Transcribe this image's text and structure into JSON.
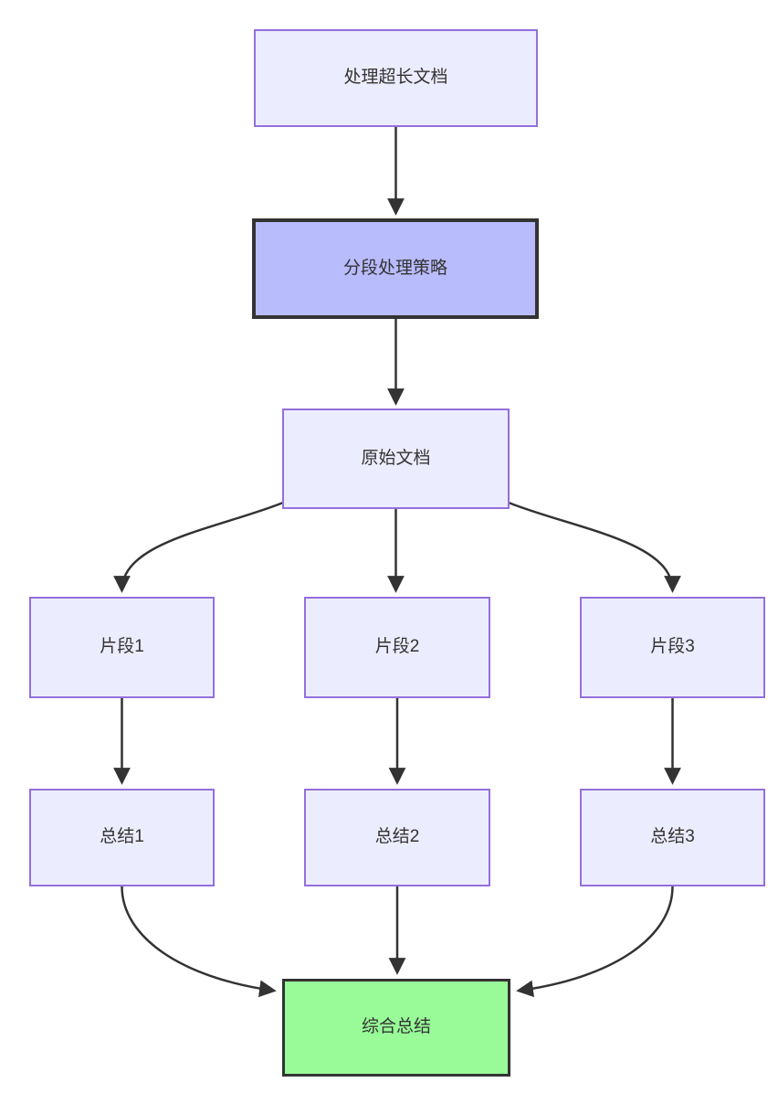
{
  "diagram": {
    "type": "flowchart",
    "direction": "top-down",
    "nodes": [
      {
        "id": "start",
        "label": "处理超长文档",
        "style": "default"
      },
      {
        "id": "strategy",
        "label": "分段处理策略",
        "style": "highlight"
      },
      {
        "id": "doc",
        "label": "原始文档",
        "style": "default"
      },
      {
        "id": "seg1",
        "label": "片段1",
        "style": "default"
      },
      {
        "id": "seg2",
        "label": "片段2",
        "style": "default"
      },
      {
        "id": "seg3",
        "label": "片段3",
        "style": "default"
      },
      {
        "id": "sum1",
        "label": "总结1",
        "style": "default"
      },
      {
        "id": "sum2",
        "label": "总结2",
        "style": "default"
      },
      {
        "id": "sum3",
        "label": "总结3",
        "style": "default"
      },
      {
        "id": "final",
        "label": "综合总结",
        "style": "success"
      }
    ],
    "edges": [
      {
        "from": "start",
        "to": "strategy"
      },
      {
        "from": "strategy",
        "to": "doc"
      },
      {
        "from": "doc",
        "to": "seg1"
      },
      {
        "from": "doc",
        "to": "seg2"
      },
      {
        "from": "doc",
        "to": "seg3"
      },
      {
        "from": "seg1",
        "to": "sum1"
      },
      {
        "from": "seg2",
        "to": "sum2"
      },
      {
        "from": "seg3",
        "to": "sum3"
      },
      {
        "from": "sum1",
        "to": "final"
      },
      {
        "from": "sum2",
        "to": "final"
      },
      {
        "from": "sum3",
        "to": "final"
      }
    ],
    "colors": {
      "node_fill": "#ECECFF",
      "node_border": "#9370DB",
      "highlight_fill": "#B9BCFC",
      "highlight_border": "#333333",
      "success_fill": "#98FB98",
      "success_border": "#333333",
      "edge": "#333333",
      "text": "#333333",
      "background": "#FFFFFF"
    }
  }
}
